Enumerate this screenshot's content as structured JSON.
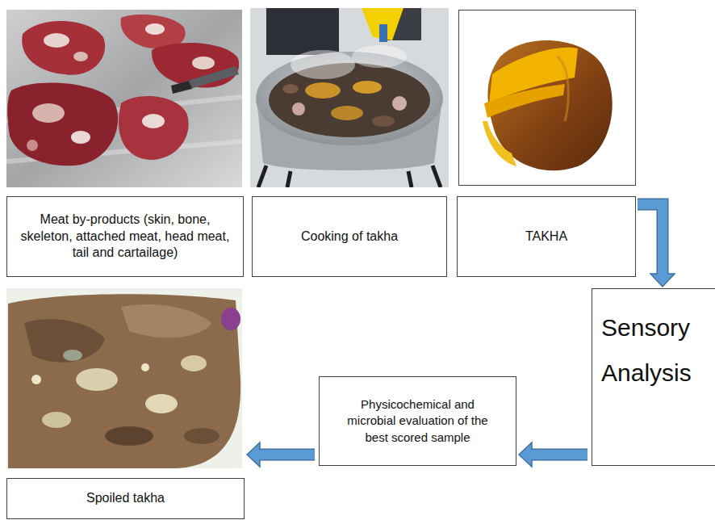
{
  "diagram": {
    "nodes": [
      {
        "text": [
          "Meat by-products (skin, bone, skeleton, attached meat, head meat, tail and cartailage)"
        ]
      },
      {
        "text": [
          "Cooking of takha"
        ]
      },
      {
        "text": [
          "TAKHA"
        ]
      },
      {
        "text": [
          "Sensory Analysis"
        ]
      },
      {
        "text": [
          "Physicochemical and microbial evaluation of the best scored sample"
        ]
      },
      {
        "text": [
          "Spoiled takha"
        ]
      }
    ],
    "edges": [
      {
        "from": 2,
        "to": 3,
        "arrow": "to"
      },
      {
        "from": 3,
        "to": 4,
        "arrow": "to"
      },
      {
        "from": 4,
        "to": 5,
        "arrow": "to"
      }
    ]
  }
}
